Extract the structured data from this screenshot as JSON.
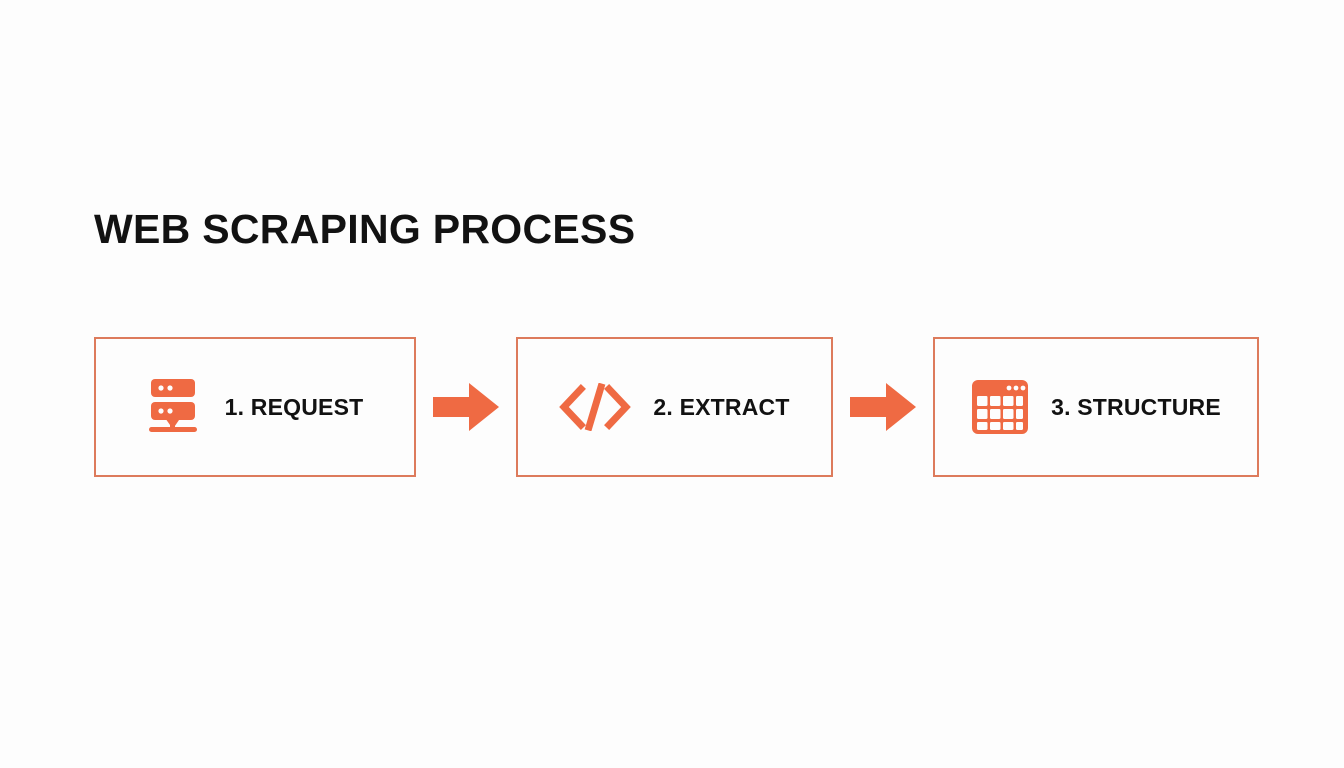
{
  "slide": {
    "background_color": "#fdfdfd",
    "title": "WEB SCRAPING PROCESS",
    "accent_color": "#ef6a43",
    "border_color": "#dd7b5c",
    "text_color": "#121212"
  },
  "flow": {
    "steps": [
      {
        "label": "1. REQUEST",
        "number": "1",
        "name": "REQUEST",
        "icon": "server-stack-icon"
      },
      {
        "label": "2. EXTRACT",
        "number": "2",
        "name": "EXTRACT",
        "icon": "code-brackets-icon"
      },
      {
        "label": "3. STRUCTURE",
        "number": "3",
        "name": "STRUCTURE",
        "icon": "table-grid-icon"
      }
    ],
    "connectors": [
      {
        "icon": "arrow-right-icon"
      },
      {
        "icon": "arrow-right-icon"
      }
    ]
  }
}
